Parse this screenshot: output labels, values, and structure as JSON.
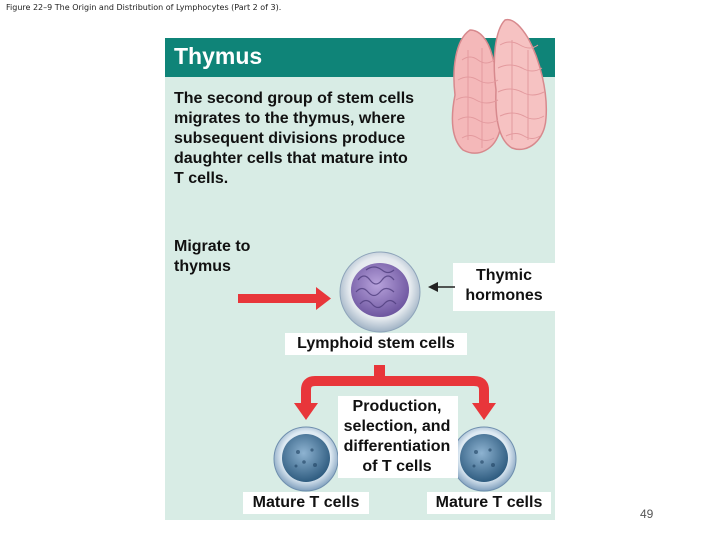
{
  "caption": "Figure 22–9 The Origin and Distribution of Lymphocytes (Part 2 of 3).",
  "title": "Thymus",
  "intro_text": "The second group of stem cells\nmigrates to the thymus, where\nsubsequent divisions produce\ndaughter cells that mature into\nT cells.",
  "migrate_text": "Migrate to\nthymus",
  "thymic_hormones_text": "Thymic\nhormones",
  "lymphoid_label": "Lymphoid stem cells",
  "production_text": "Production,\nselection, and\ndifferentiation\nof T cells",
  "mature_left_label": "Mature T cells",
  "mature_right_label": "Mature T cells",
  "page_number": "49",
  "colors": {
    "panel_bg": "#d8ece5",
    "title_bar": "#0f8478",
    "arrow_red": "#e8363a",
    "thymus_pink": "#f4b8b9",
    "stem_cell_nucleus": "#8a6fb8",
    "mature_cell_nucleus": "#3f6f96"
  },
  "icons": {
    "organ": "thymus-organ-icon",
    "stem_cell": "lymphoid-stem-cell-icon",
    "mature_cell": "mature-t-cell-icon"
  }
}
